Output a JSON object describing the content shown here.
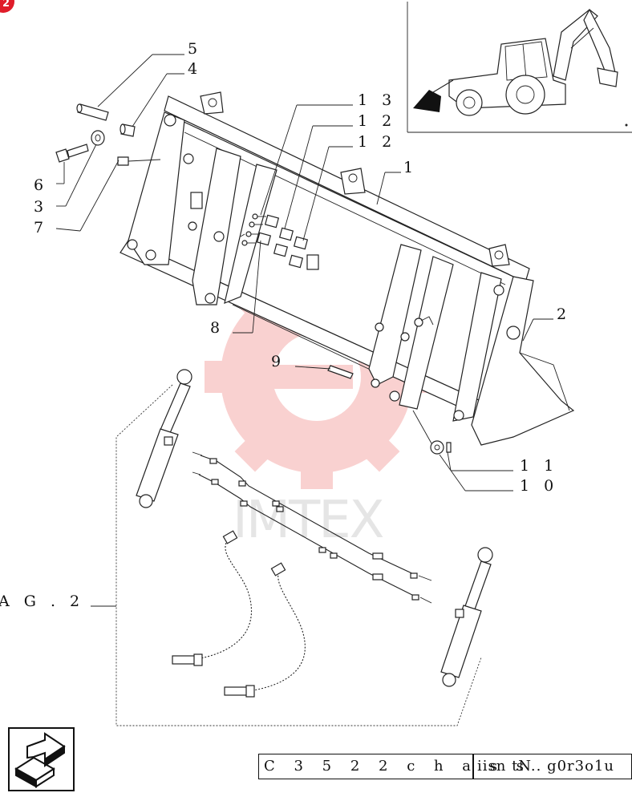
{
  "badge": {
    "text": "2",
    "color": "#e01d2a"
  },
  "callouts": {
    "c5": "5",
    "c4": "4",
    "c6": "6",
    "c3": "3",
    "c7": "7",
    "c13": "1 3",
    "c12a": "1 2",
    "c12b": "1 2",
    "c1": "1",
    "c2": "2",
    "c8": "8",
    "c9": "9",
    "c11": "1 1",
    "c10": "1 0",
    "pag": "A G .   2"
  },
  "watermark": {
    "text": "IMTEX",
    "color": "#e8332f"
  },
  "title_block": {
    "left": "C 3 5 2 2   c h a s s",
    "right": "iisn tN..  g0r3o1u"
  },
  "nav": {
    "icon": "arrow-return-icon"
  }
}
